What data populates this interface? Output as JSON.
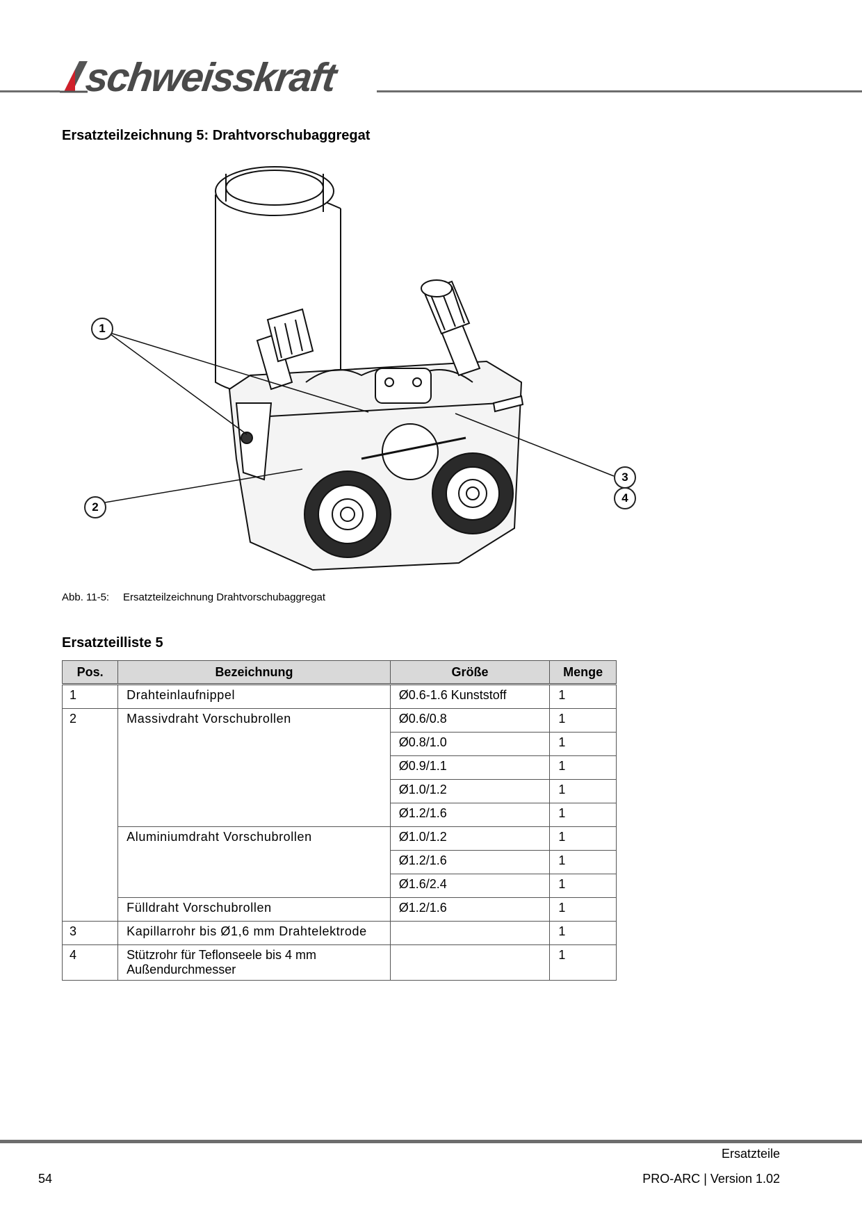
{
  "header": {
    "brand": "schweisskraft"
  },
  "section_title": "Ersatzteilzeichnung 5: Drahtvorschubaggregat",
  "figure": {
    "callouts": [
      "1",
      "2",
      "3",
      "4"
    ],
    "caption_number": "Abb. 11-5:",
    "caption_text": "Ersatzteilzeichnung Drahtvorschubaggregat"
  },
  "parts_list": {
    "title": "Ersatzteilliste 5",
    "columns": [
      "Pos.",
      "Bezeichnung",
      "Größe",
      "Menge"
    ],
    "rows": [
      {
        "pos": "1",
        "desc": "Drahteinlaufnippel",
        "size": "Ø0.6-1.6 Kunststoff",
        "qty": "1"
      },
      {
        "pos": "2",
        "desc": "Massivdraht Vorschubrollen",
        "size": "Ø0.6/0.8",
        "qty": "1"
      },
      {
        "pos": "",
        "desc": "",
        "size": "Ø0.8/1.0",
        "qty": "1"
      },
      {
        "pos": "",
        "desc": "",
        "size": "Ø0.9/1.1",
        "qty": "1"
      },
      {
        "pos": "",
        "desc": "",
        "size": "Ø1.0/1.2",
        "qty": "1"
      },
      {
        "pos": "",
        "desc": "",
        "size": "Ø1.2/1.6",
        "qty": "1"
      },
      {
        "pos": "",
        "desc": "Aluminiumdraht Vorschubrollen",
        "size": "Ø1.0/1.2",
        "qty": "1"
      },
      {
        "pos": "",
        "desc": "",
        "size": "Ø1.2/1.6",
        "qty": "1"
      },
      {
        "pos": "",
        "desc": "",
        "size": "Ø1.6/2.4",
        "qty": "1"
      },
      {
        "pos": "",
        "desc": "Fülldraht Vorschubrollen",
        "size": "Ø1.2/1.6",
        "qty": "1"
      },
      {
        "pos": "3",
        "desc": "Kapillarrohr bis Ø1,6 mm Drahtelektrode",
        "size": "",
        "qty": "1"
      },
      {
        "pos": "4",
        "desc": "Stützrohr für Teflonseele bis 4 mm Außendurchmesser",
        "size": "",
        "qty": "1"
      }
    ]
  },
  "footer": {
    "section": "Ersatzteile",
    "page_number": "54",
    "product": "PRO-ARC | Version 1.02"
  }
}
